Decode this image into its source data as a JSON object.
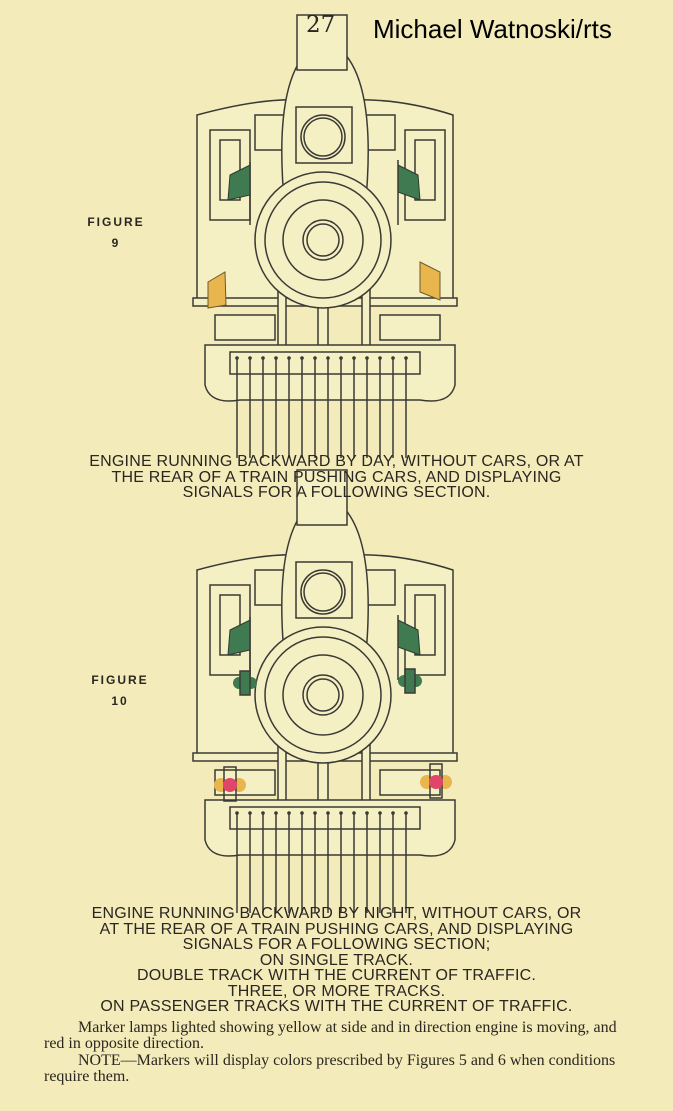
{
  "page_number": "27",
  "watermark": "Michael Watnoski/rts",
  "figures": [
    {
      "label": "FIGURE",
      "number": "9",
      "caption": [
        "ENGINE RUNNING BACKWARD BY DAY, WITHOUT CARS, OR AT",
        "THE REAR OF A TRAIN PUSHING CARS, AND DISPLAYING",
        "SIGNALS FOR A FOLLOWING SECTION."
      ],
      "flag_colors": {
        "upper": "#3f7a50",
        "lower": "#e8b64c"
      }
    },
    {
      "label": "FIGURE",
      "number": "10",
      "caption": [
        "ENGINE RUNNING BACKWARD BY NIGHT, WITHOUT CARS, OR",
        "AT THE REAR OF A TRAIN PUSHING CARS, AND DISPLAYING",
        "SIGNALS FOR A FOLLOWING SECTION;",
        "ON SINGLE TRACK.",
        "DOUBLE TRACK WITH THE CURRENT OF TRAFFIC.",
        "THREE, OR MORE TRACKS.",
        "ON PASSENGER TRACKS WITH THE CURRENT OF TRAFFIC."
      ],
      "flag_colors": {
        "upper": "#3f7a50",
        "lamp_upper": "#3f7a50",
        "lamp_red": "#e2456a",
        "lamp_yellow": "#e8b64c"
      }
    }
  ],
  "notes": [
    "Marker lamps lighted showing yellow at side and in direction engine is moving, and red in opposite direction.",
    "NOTE—Markers will display colors prescribed by Figures 5 and 6 when conditions require them."
  ]
}
